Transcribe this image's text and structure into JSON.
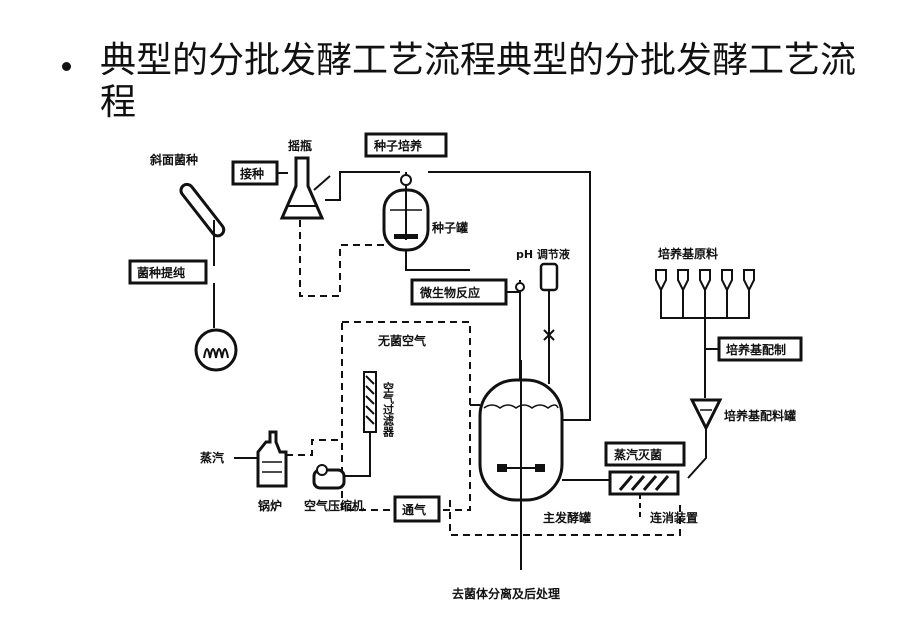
{
  "slide": {
    "bullet_text": "典型的分批发酵工艺流程典型的分批发酵工艺流程"
  },
  "diagram": {
    "labels": {
      "slant_tube": "斜面菌种",
      "inoculate": "接种",
      "shake_flask": "摇瓶",
      "seed_culture": "种子培养",
      "seed_tank": "种子罐",
      "strain_purify": "菌种提纯",
      "ph_regulator": "pH 调节液",
      "microbial_reaction": "微生物反应",
      "medium_raw": "培养基原料",
      "medium_prep": "培养基配制",
      "sterile_air": "无菌空气",
      "air_filter": "空气过滤器",
      "steam": "蒸汽",
      "boiler": "锅炉",
      "compressor": "空气压缩机",
      "ventilation": "通气",
      "main_fermenter": "主发酵罐",
      "steam_sterilize": "蒸汽灭菌",
      "medium_tank": "培养基配料罐",
      "continuous_sterilizer": "连消装置",
      "downstream": "去菌体分离及后处理"
    }
  }
}
